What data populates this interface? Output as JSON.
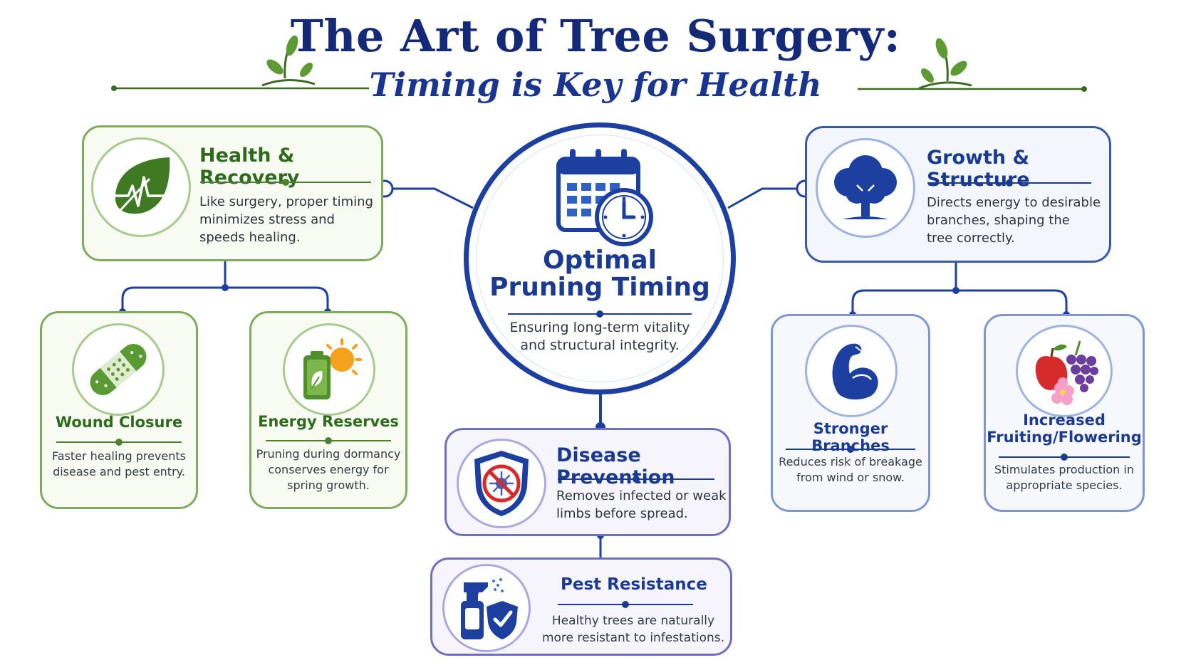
{
  "header": {
    "title": "The Art of Tree Surgery:",
    "subtitle": "Timing is Key for Health"
  },
  "center": {
    "title_line1": "Optimal",
    "title_line2": "Pruning Timing",
    "text_line1": "Ensuring long-term vitality",
    "text_line2": "and structural integrity."
  },
  "health": {
    "title": "Health & Recovery",
    "lines": [
      "Like surgery, proper timing",
      "minimizes stress and",
      "speeds healing."
    ]
  },
  "growth": {
    "title": "Growth & Structure",
    "lines": [
      "Directs energy to desirable",
      "branches, shaping the",
      "tree correctly."
    ]
  },
  "wound": {
    "title": "Wound Closure",
    "lines": [
      "Faster healing prevents",
      "disease and pest entry."
    ]
  },
  "energy": {
    "title": "Energy Reserves",
    "lines": [
      "Pruning during dormancy",
      "conserves energy for",
      "spring growth."
    ]
  },
  "stronger": {
    "title": "Stronger Branches",
    "lines": [
      "Reduces risk of breakage",
      "from wind or snow."
    ]
  },
  "fruiting": {
    "title_line1": "Increased",
    "title_line2": "Fruiting/Flowering",
    "lines": [
      "Stimulates production in",
      "appropriate species."
    ]
  },
  "disease": {
    "title": "Disease Prevention",
    "lines": [
      "Removes infected or weak",
      "limbs before spread."
    ]
  },
  "pest": {
    "title": "Pest Resistance",
    "lines": [
      "Healthy trees are naturally",
      "more resistant to infestations."
    ]
  },
  "colors": {
    "navy": "#142a78",
    "green": "#2e6b1d",
    "green_border": "#7fab5e",
    "blue_border": "#3659a8"
  },
  "icons": [
    "leaf-sprig-icon",
    "leaf-heartbeat-icon",
    "tree-icon",
    "calendar-clock-icon",
    "bandage-icon",
    "battery-sun-icon",
    "flexed-arm-icon",
    "fruit-flower-icon",
    "virus-shield-icon",
    "spray-shield-icon"
  ]
}
